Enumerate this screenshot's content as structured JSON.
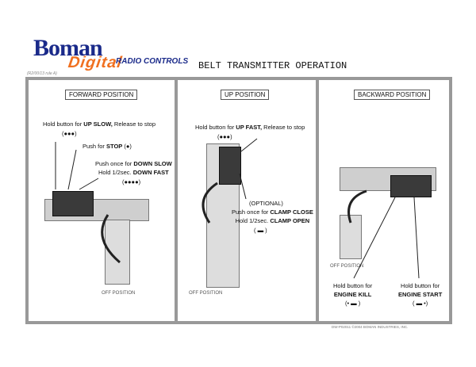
{
  "logo": {
    "brand": "Boman",
    "sub": "Digital",
    "tagline": "RADIO CONTROLS"
  },
  "title": "BELT TRANSMITTER OPERATION",
  "doc_code": "(R2/00/13 rule A)",
  "panels": [
    {
      "heading": "FORWARD POSITION",
      "up_slow_1": "Hold button for ",
      "up_slow_2": "UP SLOW,",
      "up_slow_3": " Release to stop",
      "up_slow_code": "(●●●)",
      "stop_1": "Push for ",
      "stop_2": "STOP",
      "stop_3": " (●)",
      "down_1": "Push once for ",
      "down_2": "DOWN SLOW",
      "down_3": "Hold 1/2sec. ",
      "down_4": "DOWN FAST",
      "down_code": "(●●●●)",
      "off": "OFF POSITION"
    },
    {
      "heading": "UP POSITION",
      "up_fast_1": "Hold button for ",
      "up_fast_2": "UP FAST,",
      "up_fast_3": " Release to stop",
      "up_fast_code": "(●●●)",
      "optional": "(OPTIONAL)",
      "clamp_1": "Push once for ",
      "clamp_2": "CLAMP CLOSE",
      "clamp_3": "Hold 1/2sec. ",
      "clamp_4": "CLAMP OPEN",
      "clamp_code": "( ▬ )",
      "off": "OFF POSITION"
    },
    {
      "heading": "BACKWARD POSITION",
      "kill_1": "Hold button for",
      "kill_2": "ENGINE KILL",
      "kill_code": "(• ▬ )",
      "start_1": "Hold button for",
      "start_2": "ENGINE START",
      "start_code": "( ▬ •)",
      "off": "OFF POSITION"
    }
  ],
  "footer": "DW-P02011 ©2004 BOMAN INDUSTRIES, INC."
}
